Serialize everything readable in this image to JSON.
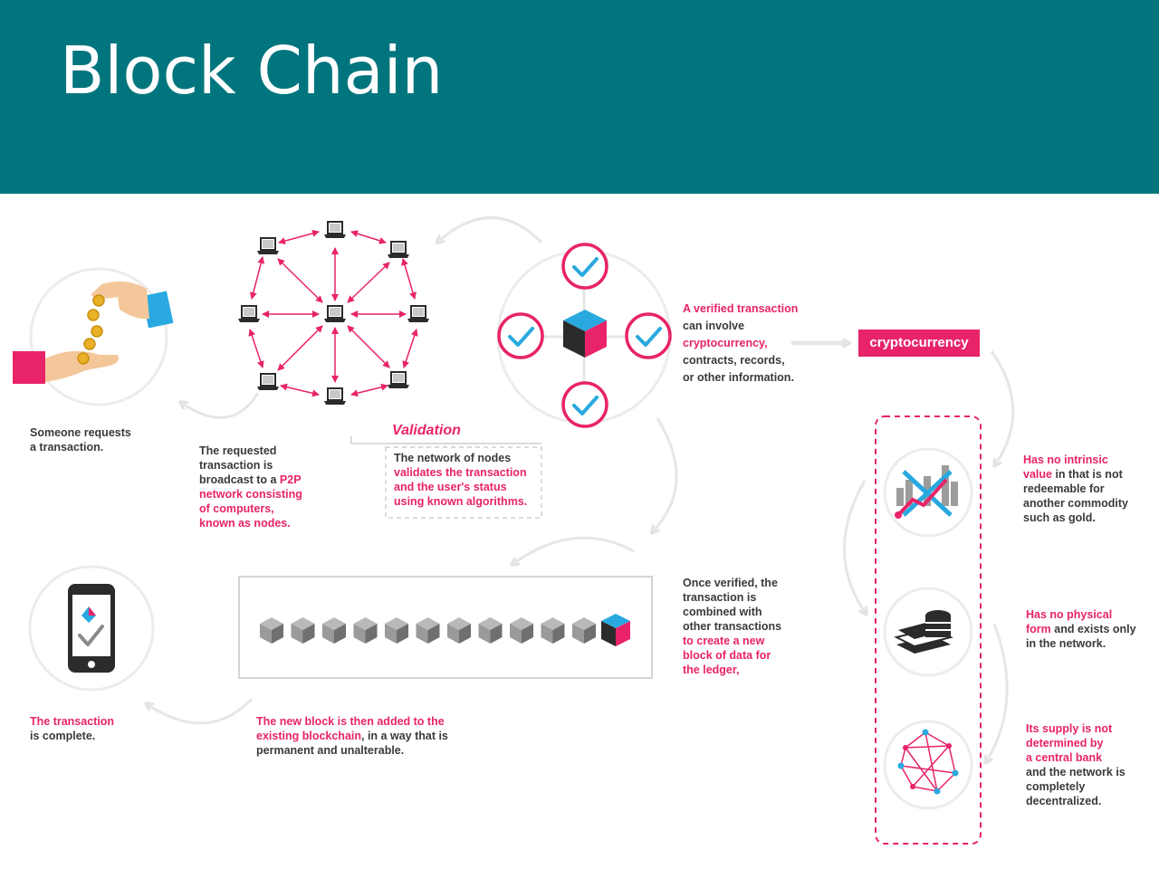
{
  "header": {
    "title": "Block Chain",
    "background": "#00757d"
  },
  "colors": {
    "accent": "#e8236a",
    "cyan": "#29a9df",
    "gray_text": "#3a3a3a",
    "line": "#e6e6e6"
  },
  "steps": {
    "request": {
      "l1": "Someone requests",
      "l2": "a transaction."
    },
    "broadcast": {
      "l1": "The requested",
      "l2": "transaction is",
      "l3a": "broadcast to a ",
      "l3b": "P2P",
      "l4": "network consisting",
      "l5": "of computers,",
      "l6": "known as nodes."
    },
    "validation": {
      "title": "Validation",
      "l1": "The network of nodes",
      "l2": "validates the transaction",
      "l3": "and the user's status",
      "l4": "using known algorithms."
    },
    "verified": {
      "l1a": "A verified transaction",
      "l2": "can involve",
      "l3a": "cryptocurrency",
      "l3b": ",",
      "l4": "contracts, records,",
      "l5": "or other information."
    },
    "crypto_label": "cryptocurrency",
    "newblock": {
      "l1": "Once verified, the",
      "l2": "transaction is",
      "l3": "combined with",
      "l4": "other transactions",
      "l5": "to create a new",
      "l6": "block of data for",
      "l7": "the ledger,"
    },
    "added": {
      "l1": "The new block is then added to the",
      "l2a": "existing blockchain",
      "l2b": ", in a way that is",
      "l3": "permanent and unalterable."
    },
    "complete": {
      "l1": "The transaction",
      "l2": "is complete."
    }
  },
  "properties": {
    "p1": {
      "l1": "Has no intrinsic",
      "l2a": "value",
      "l2b": " in that is not",
      "l3": "redeemable for",
      "l4": "another commodity",
      "l5": "such as gold."
    },
    "p2": {
      "l1": "Has no physical",
      "l2a": "form",
      "l2b": " and exists only",
      "l3": "in the network."
    },
    "p3": {
      "l1": "Its supply is not",
      "l2": "determined by",
      "l3": "a central bank",
      "l4": "and the network is",
      "l5": "completely",
      "l6": "decentralized."
    }
  }
}
